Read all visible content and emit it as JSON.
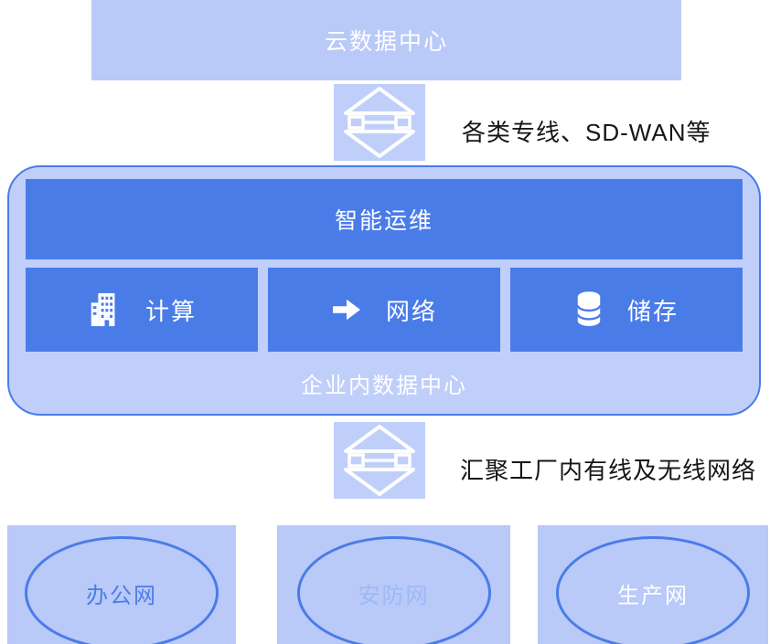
{
  "colors": {
    "light-blue": "#b9c9f8",
    "panel-blue": "#c0cffa",
    "box-blue": "#4a7ce8",
    "text-dark": "#161616"
  },
  "cloud": {
    "label": "云数据中心"
  },
  "links": {
    "top_label": "各类专线、SD-WAN等",
    "bottom_label": "汇聚工厂内有线及无线网络"
  },
  "datacenter": {
    "header": "智能运维",
    "caption": "企业内数据中心",
    "modules": [
      {
        "label": "计算",
        "icon": "building-icon"
      },
      {
        "label": "网络",
        "icon": "arrow-right-icon"
      },
      {
        "label": "储存",
        "icon": "database-icon"
      }
    ]
  },
  "networks": [
    {
      "label": "办公网",
      "label_color": "#4d7ce9"
    },
    {
      "label": "安防网",
      "label_color": "#9db9f6"
    },
    {
      "label": "生产网",
      "label_color": "#ffffff"
    }
  ]
}
